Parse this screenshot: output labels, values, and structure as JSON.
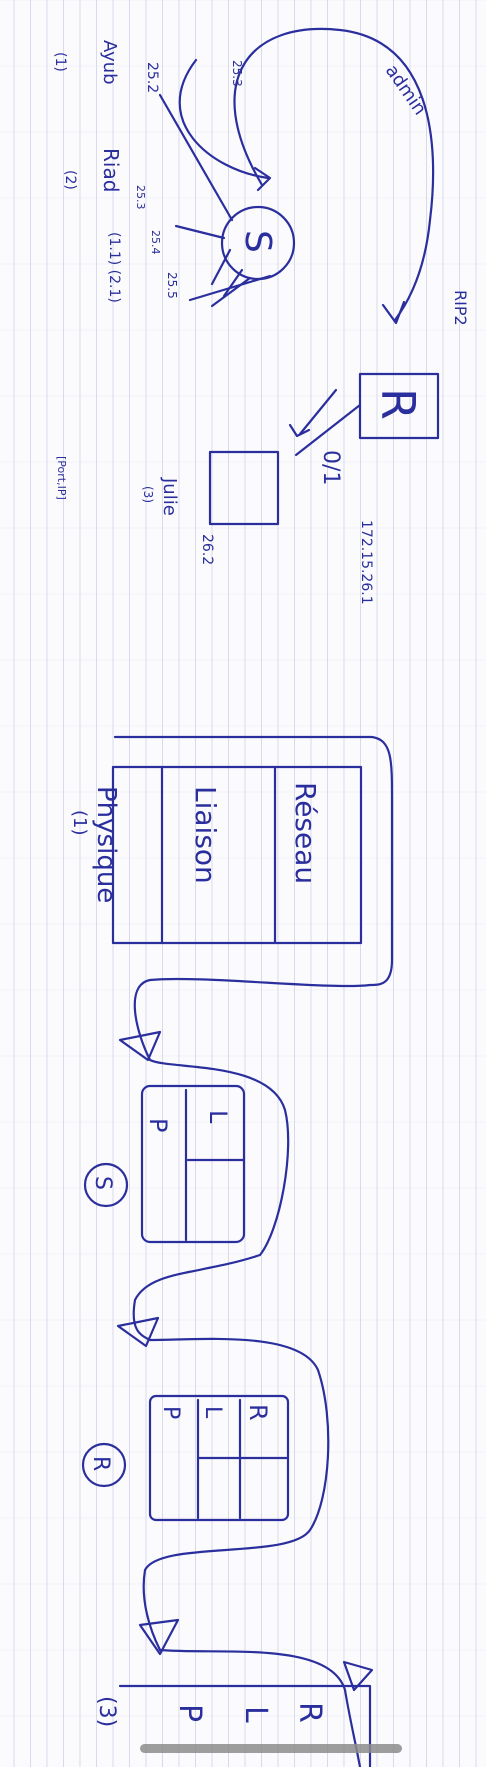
{
  "notes": {
    "admin": "admin",
    "rip2": "RIP2",
    "s_label": "S",
    "r_label": "R",
    "ip_253": "25.3",
    "ip_252": "25.2",
    "ip_253b": "25.3",
    "ip_254": "25.4",
    "ip_255": "25.5",
    "ip_262": "26.2",
    "ip_1721": "172.15.26.1",
    "r_port": "0/1",
    "ayoub": "Ayub",
    "ayoub_n": "(1)",
    "riad": "Riad",
    "riad_n": "(2)",
    "pairs": "(1.1) (2.1)",
    "julie": "Julie",
    "julie_n": "(3)",
    "port_ip": "[Port,IP]",
    "reseau": "Réseau",
    "liaison": "Liaison",
    "physique": "Physique",
    "phys_n": "(1)",
    "s_circle": "S",
    "r_circle": "R",
    "l1": "L",
    "p1": "P",
    "r2": "R",
    "l2": "L",
    "p2": "P",
    "r3": "R",
    "l3": "L",
    "p3": "P",
    "n3": "(3)"
  }
}
